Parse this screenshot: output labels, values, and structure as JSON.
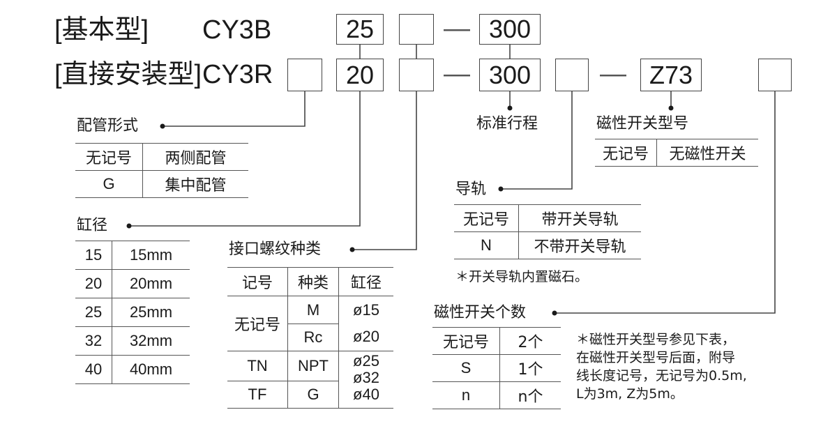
{
  "header": {
    "basic_label": "[基本型]",
    "basic_model": "CY3B",
    "direct_label": "[直接安装型]",
    "direct_model": "CY3R"
  },
  "codes": {
    "basic_bore": "25",
    "basic_stroke": "300",
    "direct_bore": "20",
    "direct_stroke": "300",
    "direct_switch": "Z73",
    "dash": "—"
  },
  "piping": {
    "title": "配管形式",
    "rows": [
      {
        "code": "无记号",
        "desc": "两侧配管"
      },
      {
        "code": "G",
        "desc": "集中配管"
      }
    ]
  },
  "bore": {
    "title": "缸径",
    "rows": [
      {
        "code": "15",
        "desc": "15mm"
      },
      {
        "code": "20",
        "desc": "20mm"
      },
      {
        "code": "25",
        "desc": "25mm"
      },
      {
        "code": "32",
        "desc": "32mm"
      },
      {
        "code": "40",
        "desc": "40mm"
      }
    ]
  },
  "thread": {
    "title": "接口螺纹种类",
    "headers": [
      "记号",
      "种类",
      "缸径"
    ],
    "rows": [
      {
        "code": "无记号",
        "type_a": "M",
        "type_b": "Rc",
        "bores": [
          "ø15",
          "ø20"
        ]
      },
      {
        "code": "TN",
        "type": "NPT"
      },
      {
        "code": "TF",
        "type": "G"
      }
    ],
    "bore_list": [
      "ø15",
      "ø20",
      "ø25",
      "ø32",
      "ø40"
    ]
  },
  "stroke": {
    "title": "标准行程"
  },
  "switch_model": {
    "title": "磁性开关型号",
    "rows": [
      {
        "code": "无记号",
        "desc": "无磁性开关"
      }
    ]
  },
  "rail": {
    "title": "导轨",
    "rows": [
      {
        "code": "无记号",
        "desc": "带开关导轨"
      },
      {
        "code": "N",
        "desc": "不带开关导轨"
      }
    ],
    "note": "＊开关导轨内置磁石。"
  },
  "switch_count": {
    "title": "磁性开关个数",
    "rows": [
      {
        "code": "无记号",
        "desc": "2个"
      },
      {
        "code": "S",
        "desc": "1个"
      },
      {
        "code": "n",
        "desc": "n个"
      }
    ],
    "notes": [
      "＊磁性开关型号参见下表，",
      "在磁性开关型号后面，附导",
      "线长度记号，无记号为0.5m,",
      "L为3m, Z为5m。"
    ]
  }
}
